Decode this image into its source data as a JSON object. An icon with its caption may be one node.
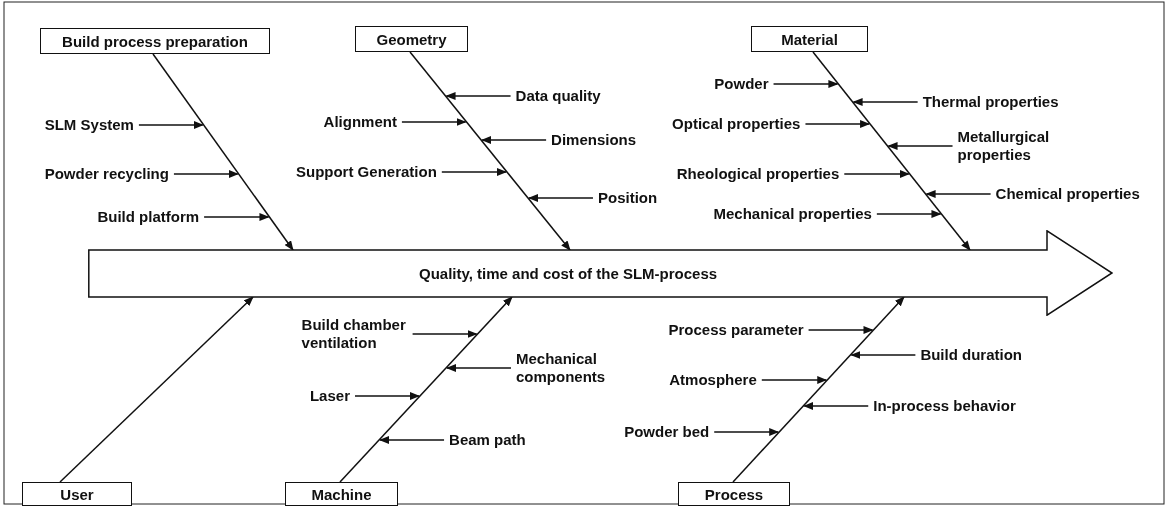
{
  "diagram": {
    "nodes": [
      {
        "text": [
          "Build process preparation"
        ]
      },
      {
        "text": [
          "Geometry"
        ]
      },
      {
        "text": [
          "Material"
        ]
      },
      {
        "text": [
          "Quality, time and cost of the SLM-process"
        ]
      },
      {
        "text": [
          "User"
        ]
      },
      {
        "text": [
          "Machine"
        ]
      },
      {
        "text": [
          "Process"
        ]
      },
      {
        "text": [
          "SLM System"
        ]
      },
      {
        "text": [
          "Powder recycling"
        ]
      },
      {
        "text": [
          "Build platform"
        ]
      },
      {
        "text": [
          "Data quality"
        ]
      },
      {
        "text": [
          "Alignment"
        ]
      },
      {
        "text": [
          "Dimensions"
        ]
      },
      {
        "text": [
          "Support Generation"
        ]
      },
      {
        "text": [
          "Position"
        ]
      },
      {
        "text": [
          "Powder"
        ]
      },
      {
        "text": [
          "Thermal properties"
        ]
      },
      {
        "text": [
          "Optical properties"
        ]
      },
      {
        "text": [
          "Metallurgical properties"
        ]
      },
      {
        "text": [
          "Rheological properties"
        ]
      },
      {
        "text": [
          "Chemical properties"
        ]
      },
      {
        "text": [
          "Mechanical properties"
        ]
      },
      {
        "text": [
          "Build chamber ventilation"
        ]
      },
      {
        "text": [
          "Mechanical components"
        ]
      },
      {
        "text": [
          "Laser"
        ]
      },
      {
        "text": [
          "Beam path"
        ]
      },
      {
        "text": [
          "Process parameter"
        ]
      },
      {
        "text": [
          "Build duration"
        ]
      },
      {
        "text": [
          "Atmosphere"
        ]
      },
      {
        "text": [
          "In-process behavior"
        ]
      },
      {
        "text": [
          "Powder bed"
        ]
      }
    ],
    "edges": [
      {
        "from": 0,
        "to": 3,
        "arrow": "to"
      },
      {
        "from": 1,
        "to": 3,
        "arrow": "to"
      },
      {
        "from": 2,
        "to": 3,
        "arrow": "to"
      },
      {
        "from": 4,
        "to": 3,
        "arrow": "to"
      },
      {
        "from": 5,
        "to": 3,
        "arrow": "to"
      },
      {
        "from": 6,
        "to": 3,
        "arrow": "to"
      },
      {
        "from": 7,
        "to": null,
        "arrow": "to"
      },
      {
        "from": 8,
        "to": null,
        "arrow": "to"
      },
      {
        "from": 9,
        "to": null,
        "arrow": "to"
      },
      {
        "from": 10,
        "to": null,
        "arrow": "to"
      },
      {
        "from": 11,
        "to": null,
        "arrow": "to"
      },
      {
        "from": 12,
        "to": null,
        "arrow": "to"
      },
      {
        "from": 13,
        "to": null,
        "arrow": "to"
      },
      {
        "from": 14,
        "to": null,
        "arrow": "to"
      },
      {
        "from": 15,
        "to": null,
        "arrow": "to"
      },
      {
        "from": 16,
        "to": null,
        "arrow": "to"
      },
      {
        "from": 17,
        "to": null,
        "arrow": "to"
      },
      {
        "from": 18,
        "to": null,
        "arrow": "to"
      },
      {
        "from": 19,
        "to": null,
        "arrow": "to"
      },
      {
        "from": 20,
        "to": null,
        "arrow": "to"
      },
      {
        "from": 21,
        "to": null,
        "arrow": "to"
      },
      {
        "from": 22,
        "to": null,
        "arrow": "to"
      },
      {
        "from": 23,
        "to": null,
        "arrow": "to"
      },
      {
        "from": 24,
        "to": null,
        "arrow": "to"
      },
      {
        "from": 25,
        "to": null,
        "arrow": "to"
      },
      {
        "from": 26,
        "to": null,
        "arrow": "to"
      },
      {
        "from": 27,
        "to": null,
        "arrow": "to"
      },
      {
        "from": 28,
        "to": null,
        "arrow": "to"
      },
      {
        "from": 29,
        "to": null,
        "arrow": "to"
      },
      {
        "from": 30,
        "to": null,
        "arrow": "to"
      }
    ]
  }
}
